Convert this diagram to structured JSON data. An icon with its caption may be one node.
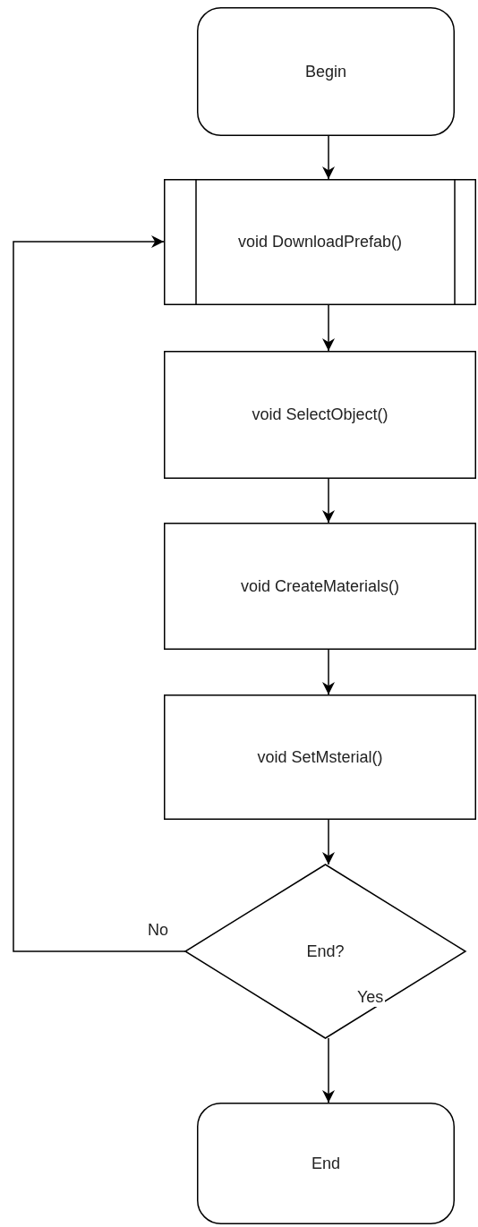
{
  "diagram": {
    "nodes": [
      {
        "text": [
          "Begin"
        ]
      },
      {
        "text": [
          "void DownloadPrefab()"
        ]
      },
      {
        "text": [
          "void SelectObject()"
        ]
      },
      {
        "text": [
          "void CreateMaterials()"
        ]
      },
      {
        "text": [
          "void SetMsterial()"
        ]
      },
      {
        "text": [
          "End?"
        ]
      },
      {
        "text": [
          "End"
        ]
      }
    ],
    "edges": [
      {
        "from": 0,
        "to": 1,
        "arrow": "to"
      },
      {
        "from": 1,
        "to": 2,
        "arrow": "to"
      },
      {
        "from": 2,
        "to": 3,
        "arrow": "to"
      },
      {
        "from": 3,
        "to": 4,
        "arrow": "to"
      },
      {
        "from": 4,
        "to": 5,
        "arrow": "to"
      },
      {
        "from": 5,
        "to": 6,
        "label": "Yes",
        "arrow": "to"
      },
      {
        "from": 5,
        "to": 1,
        "label": "No",
        "arrow": "to"
      }
    ]
  }
}
